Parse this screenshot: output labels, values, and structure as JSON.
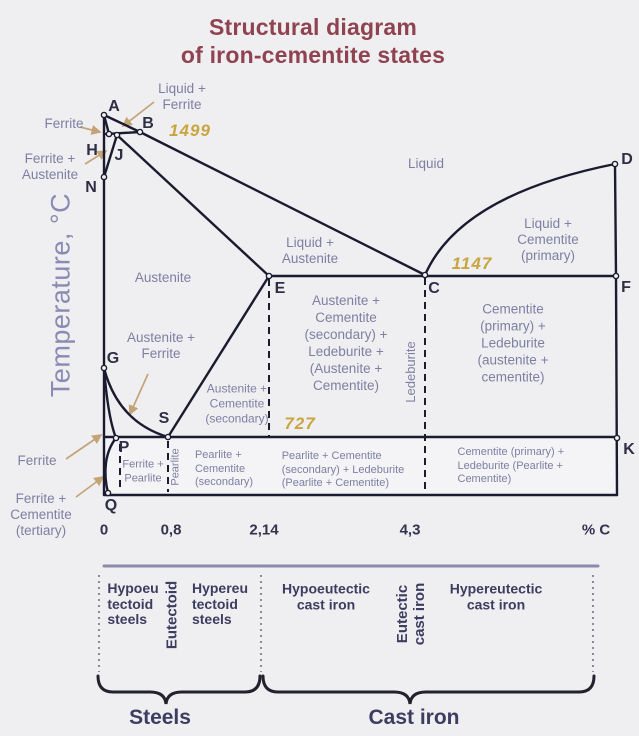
{
  "title": "Structural diagram\nof iron-cementite states",
  "y_axis_label": "Temperature, °C",
  "points": {
    "a": "A",
    "b": "B",
    "c": "C",
    "d": "D",
    "e": "E",
    "f": "F",
    "g": "G",
    "h": "H",
    "j": "J",
    "k": "K",
    "n": "N",
    "p": "P",
    "q": "Q",
    "s": "S"
  },
  "temperatures": {
    "peritectic": "1499",
    "eutectic": "1147",
    "eutectoid": "727"
  },
  "x_axis": {
    "ticks": [
      "0",
      "0,8",
      "2,14",
      "4,3"
    ],
    "unit": "% C"
  },
  "regions": {
    "liquid_ferrite": "Liquid +\nFerrite",
    "ferrite_top": "Ferrite",
    "ferrite_austenite": "Ferrite +\nAustenite",
    "liquid": "Liquid",
    "liquid_austenite": "Liquid +\nAustenite",
    "liquid_cementite_primary": "Liquid +\nCementite\n(primary)",
    "austenite": "Austenite",
    "austenite_ferrite": "Austenite +\nFerrite",
    "austenite_cementite_secondary": "Austenite +\nCementite\n(secondary)",
    "austenite_cementite_ledeburite": "Austenite +\nCementite\n(secondary) +\nLedeburite +\n(Austenite +\nCementite)",
    "ledeburite": "Ledeburite",
    "cementite_primary_ledeburite": "Cementite\n(primary) +\nLedeburite\n(austenite + cementite)",
    "ferrite_left": "Ferrite",
    "ferrite_pearlite": "Ferrite +\nPearlite",
    "pearlite": "Pearlite",
    "pearlite_cementite_secondary": "Pearlite +\nCementite\n(secondary)",
    "pearlite_cementite_ledeburite": "Pearlite + Cementite\n(secondary) + Ledeburite\n(Pearlite + Cementite)",
    "cementite_primary_ledeburite_pearlite": "Cementite (primary) +\nLedeburite (Pearlite + Cementite)",
    "ferrite_cementite_tertiary": "Ferrite +\nCementite\n(tertiary)"
  },
  "classification": {
    "hypoeutectoid_steels": "Hypoeu\ntectoid\nsteels",
    "eutectoid": "Eutectoid",
    "hypereutectoid_steels": "Hypereu\ntectoid\nsteels",
    "hypoeutectic_cast_iron": "Hypoeutectic\ncast iron",
    "eutectic_cast_iron": "Eutectic\ncast iron",
    "hypereutectic_cast_iron": "Hypereutectic\ncast iron",
    "steels_group": "Steels",
    "cast_iron_group": "Cast iron"
  },
  "colors": {
    "background": "#efeef1",
    "phase_line": "#1b1b30",
    "region_text": "#7e7fa2",
    "point_text": "#2e2e44",
    "temperature_text": "#c9a53f",
    "title_text": "#8f4350",
    "y_axis_text": "#8a8ab2",
    "tick_text": "#33334e",
    "classification_text": "#3d3d60",
    "arrow": "#c2a477",
    "divider_line": "#8b89ac"
  }
}
